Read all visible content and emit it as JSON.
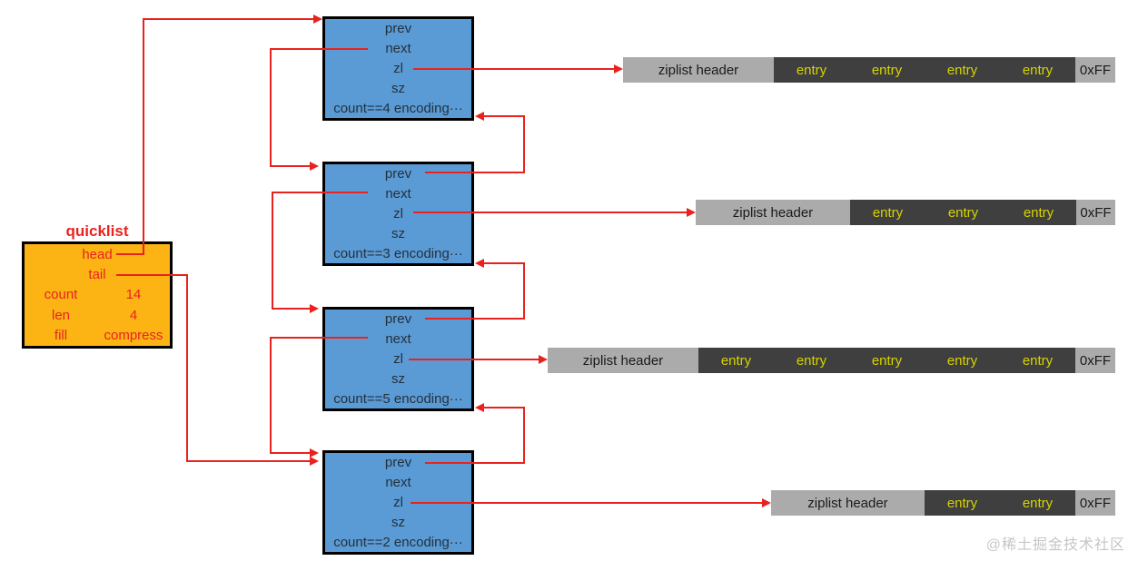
{
  "colors": {
    "red": "#e8231f",
    "orange": "#fcb415",
    "blue": "#5b9bd5",
    "node_text": "#24303c",
    "zip_gray": "#ababab",
    "zip_dark": "#3f3f3f",
    "entry_yellow": "#d6d400",
    "zip_text": "#1a1a1a",
    "watermark_gray": "#c6c6c6"
  },
  "quicklist": {
    "title": "quicklist",
    "head_label": "head",
    "tail_label": "tail",
    "count_label": "count",
    "count_value": "14",
    "len_label": "len",
    "len_value": "4",
    "fill_label": "fill",
    "fill_value": "compress"
  },
  "nodes": [
    {
      "labels": [
        "prev",
        "next",
        "zl",
        "sz",
        "count==4 encoding···"
      ]
    },
    {
      "labels": [
        "prev",
        "next",
        "zl",
        "sz",
        "count==3 encoding···"
      ]
    },
    {
      "labels": [
        "prev",
        "next",
        "zl",
        "sz",
        "count==5 encoding···"
      ]
    },
    {
      "labels": [
        "prev",
        "next",
        "zl",
        "sz",
        "count==2 encoding···"
      ]
    }
  ],
  "ziplists": [
    {
      "header": "ziplist header",
      "entries": [
        "entry",
        "entry",
        "entry",
        "entry"
      ],
      "terminator": "0xFF"
    },
    {
      "header": "ziplist header",
      "entries": [
        "entry",
        "entry",
        "entry"
      ],
      "terminator": "0xFF"
    },
    {
      "header": "ziplist header",
      "entries": [
        "entry",
        "entry",
        "entry",
        "entry",
        "entry"
      ],
      "terminator": "0xFF"
    },
    {
      "header": "ziplist header",
      "entries": [
        "entry",
        "entry"
      ],
      "terminator": "0xFF"
    }
  ],
  "watermark": {
    "text": "@稀土掘金技术社区"
  }
}
